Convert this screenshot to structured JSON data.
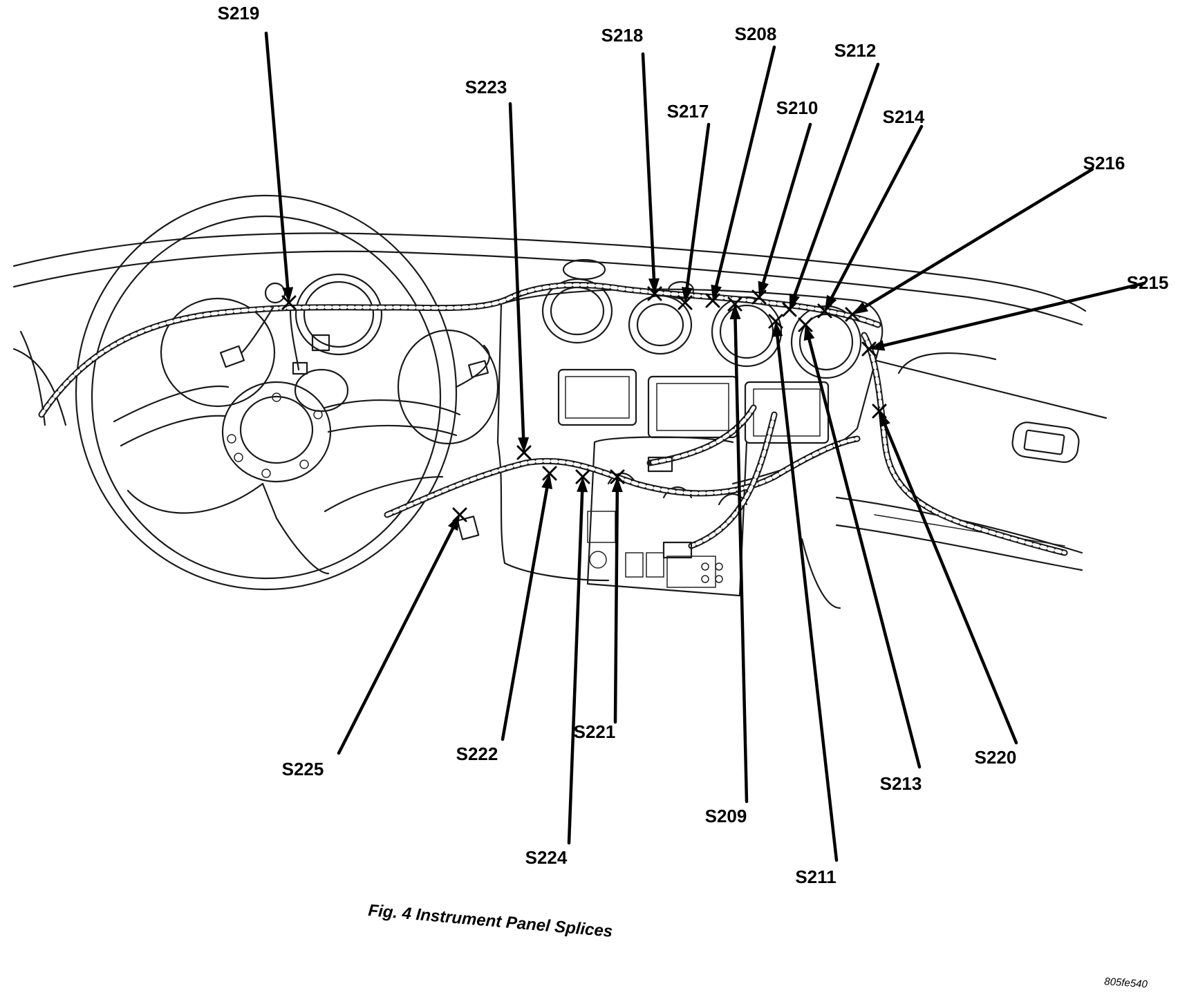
{
  "figure": {
    "caption": "Fig. 4 Instrument Panel Splices",
    "code": "805fe540"
  },
  "splices": [
    {
      "id": "s219",
      "label": "S219"
    },
    {
      "id": "s223",
      "label": "S223"
    },
    {
      "id": "s218",
      "label": "S218"
    },
    {
      "id": "s217",
      "label": "S217"
    },
    {
      "id": "s208",
      "label": "S208"
    },
    {
      "id": "s210",
      "label": "S210"
    },
    {
      "id": "s212",
      "label": "S212"
    },
    {
      "id": "s214",
      "label": "S214"
    },
    {
      "id": "s216",
      "label": "S216"
    },
    {
      "id": "s215",
      "label": "S215"
    },
    {
      "id": "s225",
      "label": "S225"
    },
    {
      "id": "s222",
      "label": "S222"
    },
    {
      "id": "s224",
      "label": "S224"
    },
    {
      "id": "s221",
      "label": "S221"
    },
    {
      "id": "s209",
      "label": "S209"
    },
    {
      "id": "s211",
      "label": "S211"
    },
    {
      "id": "s213",
      "label": "S213"
    },
    {
      "id": "s220",
      "label": "S220"
    }
  ]
}
